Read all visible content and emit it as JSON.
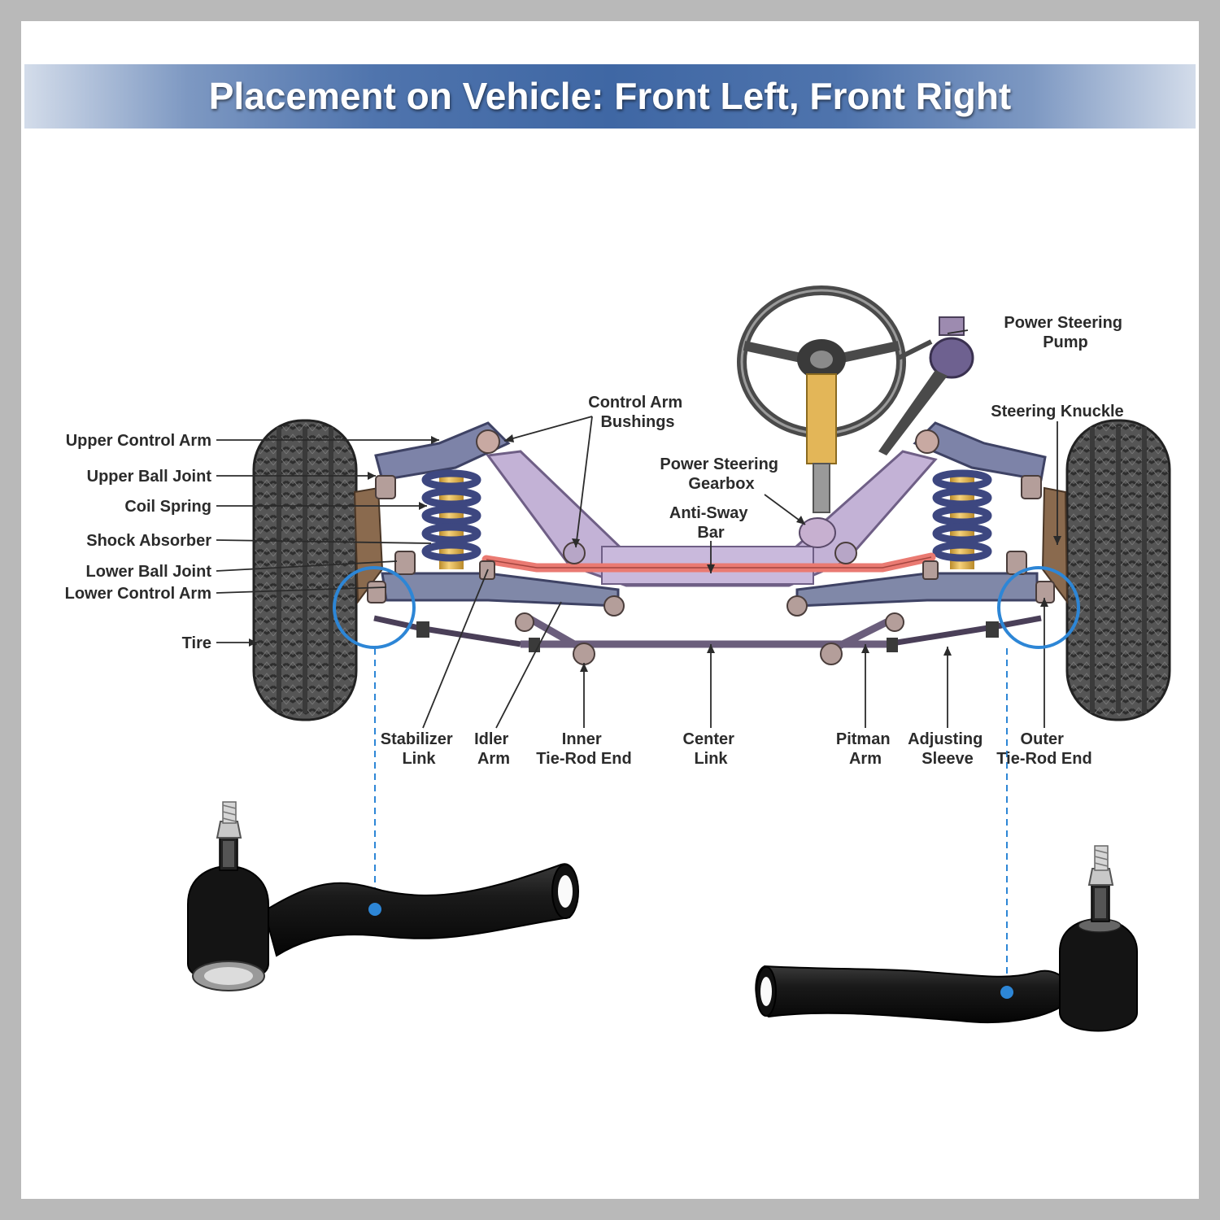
{
  "banner": {
    "title": "Placement on Vehicle: Front Left, Front Right"
  },
  "labels": {
    "upper_control_arm": "Upper Control Arm",
    "upper_ball_joint": "Upper Ball Joint",
    "coil_spring": "Coil Spring",
    "shock_absorber": "Shock Absorber",
    "lower_ball_joint": "Lower Ball Joint",
    "lower_control_arm": "Lower Control Arm",
    "tire": "Tire",
    "control_arm_bushings": [
      "Control Arm",
      "Bushings"
    ],
    "power_steering_gearbox": [
      "Power Steering",
      "Gearbox"
    ],
    "anti_sway_bar": [
      "Anti-Sway",
      "Bar"
    ],
    "power_steering_pump": [
      "Power Steering",
      "Pump"
    ],
    "steering_knuckle": "Steering Knuckle",
    "stabilizer_link": [
      "Stabilizer",
      "Link"
    ],
    "idler_arm": [
      "Idler",
      "Arm"
    ],
    "inner_tie_rod_end": [
      "Inner",
      "Tie-Rod End"
    ],
    "center_link": [
      "Center",
      "Link"
    ],
    "pitman_arm": [
      "Pitman",
      "Arm"
    ],
    "adjusting_sleeve": [
      "Adjusting",
      "Sleeve"
    ],
    "outer_tie_rod_end": [
      "Outer",
      "Tie-Rod End"
    ]
  },
  "colors": {
    "banner_mid": "#3f67a4",
    "frame": "#b9b9b9",
    "highlight_circle": "#2d86d6",
    "subframe": "#c3b2d6",
    "anti_sway_bar": "#ea7a72",
    "control_arm": "#7d83a8",
    "coil_spring": "#3d4780",
    "shock_body": "#f0c25a",
    "tie_rod_part": "#151515"
  }
}
